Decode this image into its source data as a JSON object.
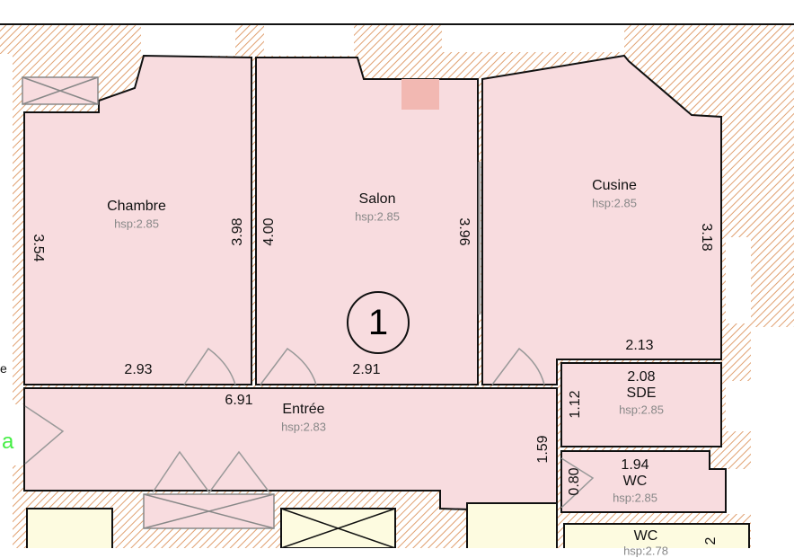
{
  "plan": {
    "colors": {
      "room": "#f8dcdf",
      "wall_hatch": "#e0a070",
      "annex": "#fdfbe0",
      "accent_letter": "#44ee44"
    },
    "floor_number": "1",
    "rooms": [
      {
        "name": "Chambre",
        "hsp": "hsp:2.85"
      },
      {
        "name": "Salon",
        "hsp": "hsp:2.85"
      },
      {
        "name": "Cusine",
        "hsp": "hsp:2.85"
      },
      {
        "name": "Entrée",
        "hsp": "hsp:2.83"
      },
      {
        "name": "SDE",
        "hsp": "hsp:2.85"
      },
      {
        "name": "WC",
        "hsp": "hsp:2.85"
      },
      {
        "name": "WC",
        "hsp": "hsp:2.78"
      }
    ],
    "dimensions": [
      "3.54",
      "3.98",
      "2.93",
      "4.00",
      "3.96",
      "2.91",
      "3.18",
      "2.13",
      "6.91",
      "2.08",
      "1.12",
      "1.59",
      "1.94",
      "0.80",
      "2"
    ],
    "edge_letters": [
      "e",
      "a"
    ]
  }
}
